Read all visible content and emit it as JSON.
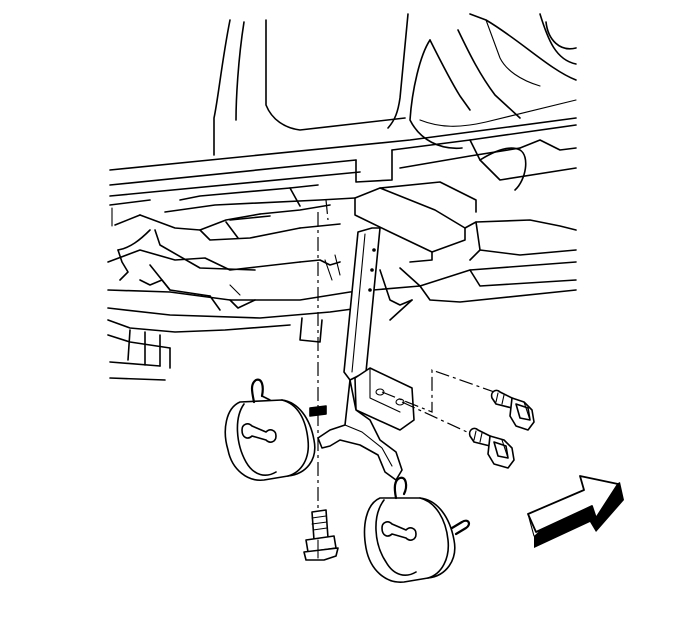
{
  "diagram": {
    "line_color": "#000000",
    "background_color": "#ffffff",
    "arrow_shade_color": "#808080",
    "components": [
      "vehicle-frame-underbody",
      "exhaust-hanger-bracket",
      "rubber-insulator-left",
      "rubber-insulator-right",
      "bracket-bolt-upper",
      "bracket-bolt-lower",
      "vertical-bolt",
      "direction-arrow"
    ]
  }
}
